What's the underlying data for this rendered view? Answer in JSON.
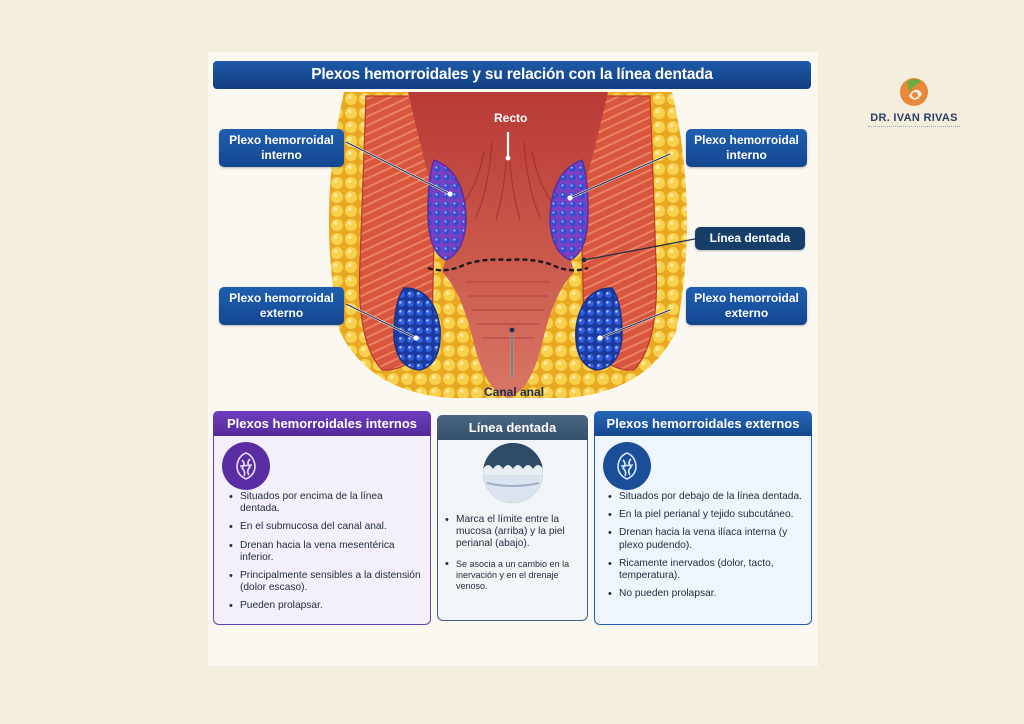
{
  "title": "Plexos hemorroidales y su relación con la línea dentada",
  "logo": {
    "name": "DR. IVAN RIVAS",
    "icon": "logo-mark-icon"
  },
  "labels": {
    "recto": "Recto",
    "canal": "Canal anal",
    "int_left": [
      "Plexo hemorroidal",
      "interno"
    ],
    "int_right": [
      "Plexo hemorroidal",
      "interno"
    ],
    "ext_left": [
      "Plexo hemorroidal",
      "externo"
    ],
    "ext_right": [
      "Plexo hemorroidal",
      "externo"
    ],
    "dentada": "Línea dentada"
  },
  "panels": {
    "internos": {
      "title": "Plexos hemorroidales internos",
      "icon": "vein-cluster-icon",
      "items": [
        "Situados por encima de la línea dentada.",
        "En el submucosa del canal anal.",
        "Drenan hacia la vena mesentérica inferior.",
        "Principalmente sensibles a la distensión (dolor escaso).",
        "Pueden prolapsar."
      ]
    },
    "dentada": {
      "title": "Línea dentada",
      "icon": "dentate-line-icon",
      "items": [
        "Marca el límite entre la mucosa (arriba) y la piel perianal (abajo).",
        "Se asocia a un cambio en la inervación y en el drenaje venoso."
      ]
    },
    "externos": {
      "title": "Plexos hemorroidales externos",
      "icon": "vein-cluster-icon",
      "items": [
        "Situados por debajo de la línea dentada.",
        "En la piel perianal y tejido subcutáneo.",
        "Drenan hacia la vena ilíaca interna (y plexo pudendo).",
        "Ricamente inervados (dolor, tacto, temperatura).",
        "No pueden prolapsar."
      ]
    }
  },
  "colors": {
    "title_blue": "#1a4f98",
    "interno_purple": "#6b3fb5",
    "dentada_slate": "#34506b",
    "externo_blue": "#1f5fb0",
    "mucosa": "#c84b40",
    "fat": "#f3c23b"
  }
}
